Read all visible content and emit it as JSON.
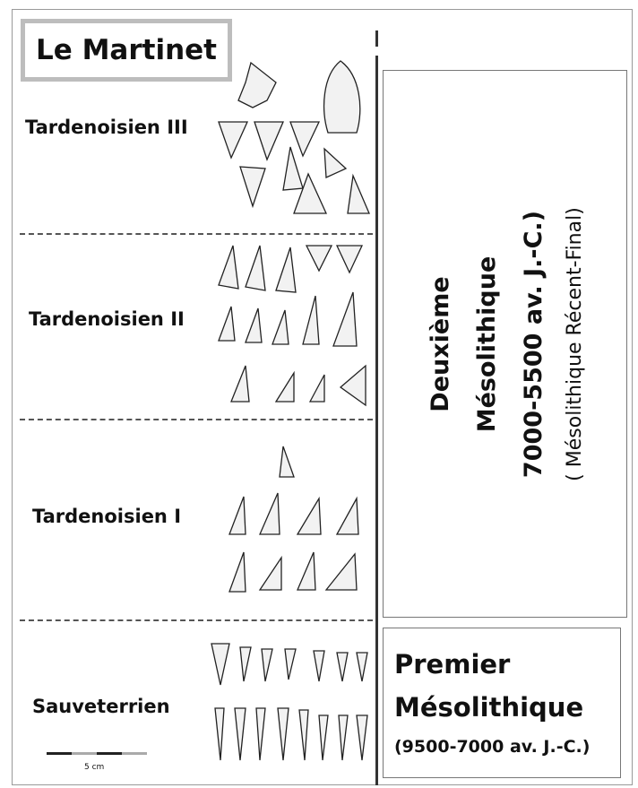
{
  "site_title": "Le Martinet",
  "phases": [
    {
      "label": "Tardenoisien III"
    },
    {
      "label": "Tardenoisien II"
    },
    {
      "label": "Tardenoisien I"
    },
    {
      "label": "Sauveterrien"
    }
  ],
  "right_panels": {
    "second": {
      "line1": "Deuxième",
      "line2": "Mésolithique",
      "line3": "7000-5500 av. J.-C.)",
      "line4": "( Mésolithique Récent-Final)"
    },
    "first": {
      "line1": "Premier",
      "line2": "Mésolithique",
      "line3": "(9500-7000 av. J.-C.)"
    }
  },
  "scale": {
    "label": "5 cm"
  },
  "colors": {
    "ink": "#222222",
    "frame": "#999999",
    "title_border": "#bdbdbd",
    "tool_fill": "#f2f2f2"
  }
}
